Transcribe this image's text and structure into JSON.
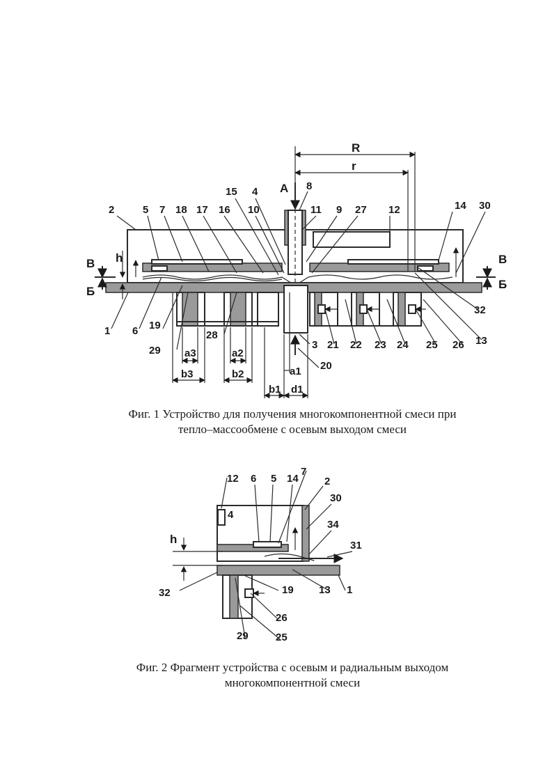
{
  "figure1": {
    "caption_line1": "Фиг. 1 Устройство для получения многокомпонентной смеси при",
    "caption_line2": "тепло–массообмене с осевым выходом смеси",
    "section_labels": [
      "А",
      "В",
      "Б",
      "В",
      "Б"
    ],
    "dimension_labels": {
      "R": "R",
      "r": "r",
      "h": "h",
      "a3": "a3",
      "b3": "b3",
      "a2": "a2",
      "b2": "b2",
      "b1": "b1",
      "d1": "d1",
      "a1": "a1"
    },
    "callouts": [
      "2",
      "5",
      "7",
      "18",
      "17",
      "16",
      "15",
      "4",
      "10",
      "8",
      "11",
      "9",
      "27",
      "12",
      "14",
      "30",
      "1",
      "6",
      "19",
      "29",
      "28",
      "3",
      "21",
      "22",
      "23",
      "24",
      "25",
      "26",
      "13",
      "32",
      "20"
    ]
  },
  "figure2": {
    "caption_line1": "Фиг. 2 Фрагмент устройства с осевым и радиальным выходом",
    "caption_line2": "многокомпонентной смеси",
    "dimension_labels": {
      "h": "h"
    },
    "callouts": [
      "7",
      "12",
      "6",
      "5",
      "14",
      "2",
      "30",
      "4",
      "34",
      "31",
      "32",
      "19",
      "13",
      "1",
      "26",
      "29",
      "25"
    ]
  }
}
